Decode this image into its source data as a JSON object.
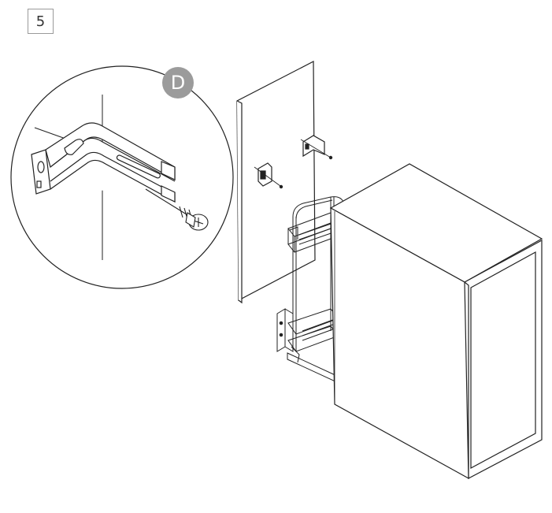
{
  "step": {
    "number": "5"
  },
  "detail": {
    "part_label": "D"
  },
  "colors": {
    "line": "#222222",
    "badge": "#9b9b9b",
    "panel_fill": "#ffffff",
    "box_border": "#9a9a9a"
  },
  "icons": {
    "detail_callout": "magnifier-circle",
    "bracket": "l-bracket-icon",
    "screw": "screw-icon"
  }
}
